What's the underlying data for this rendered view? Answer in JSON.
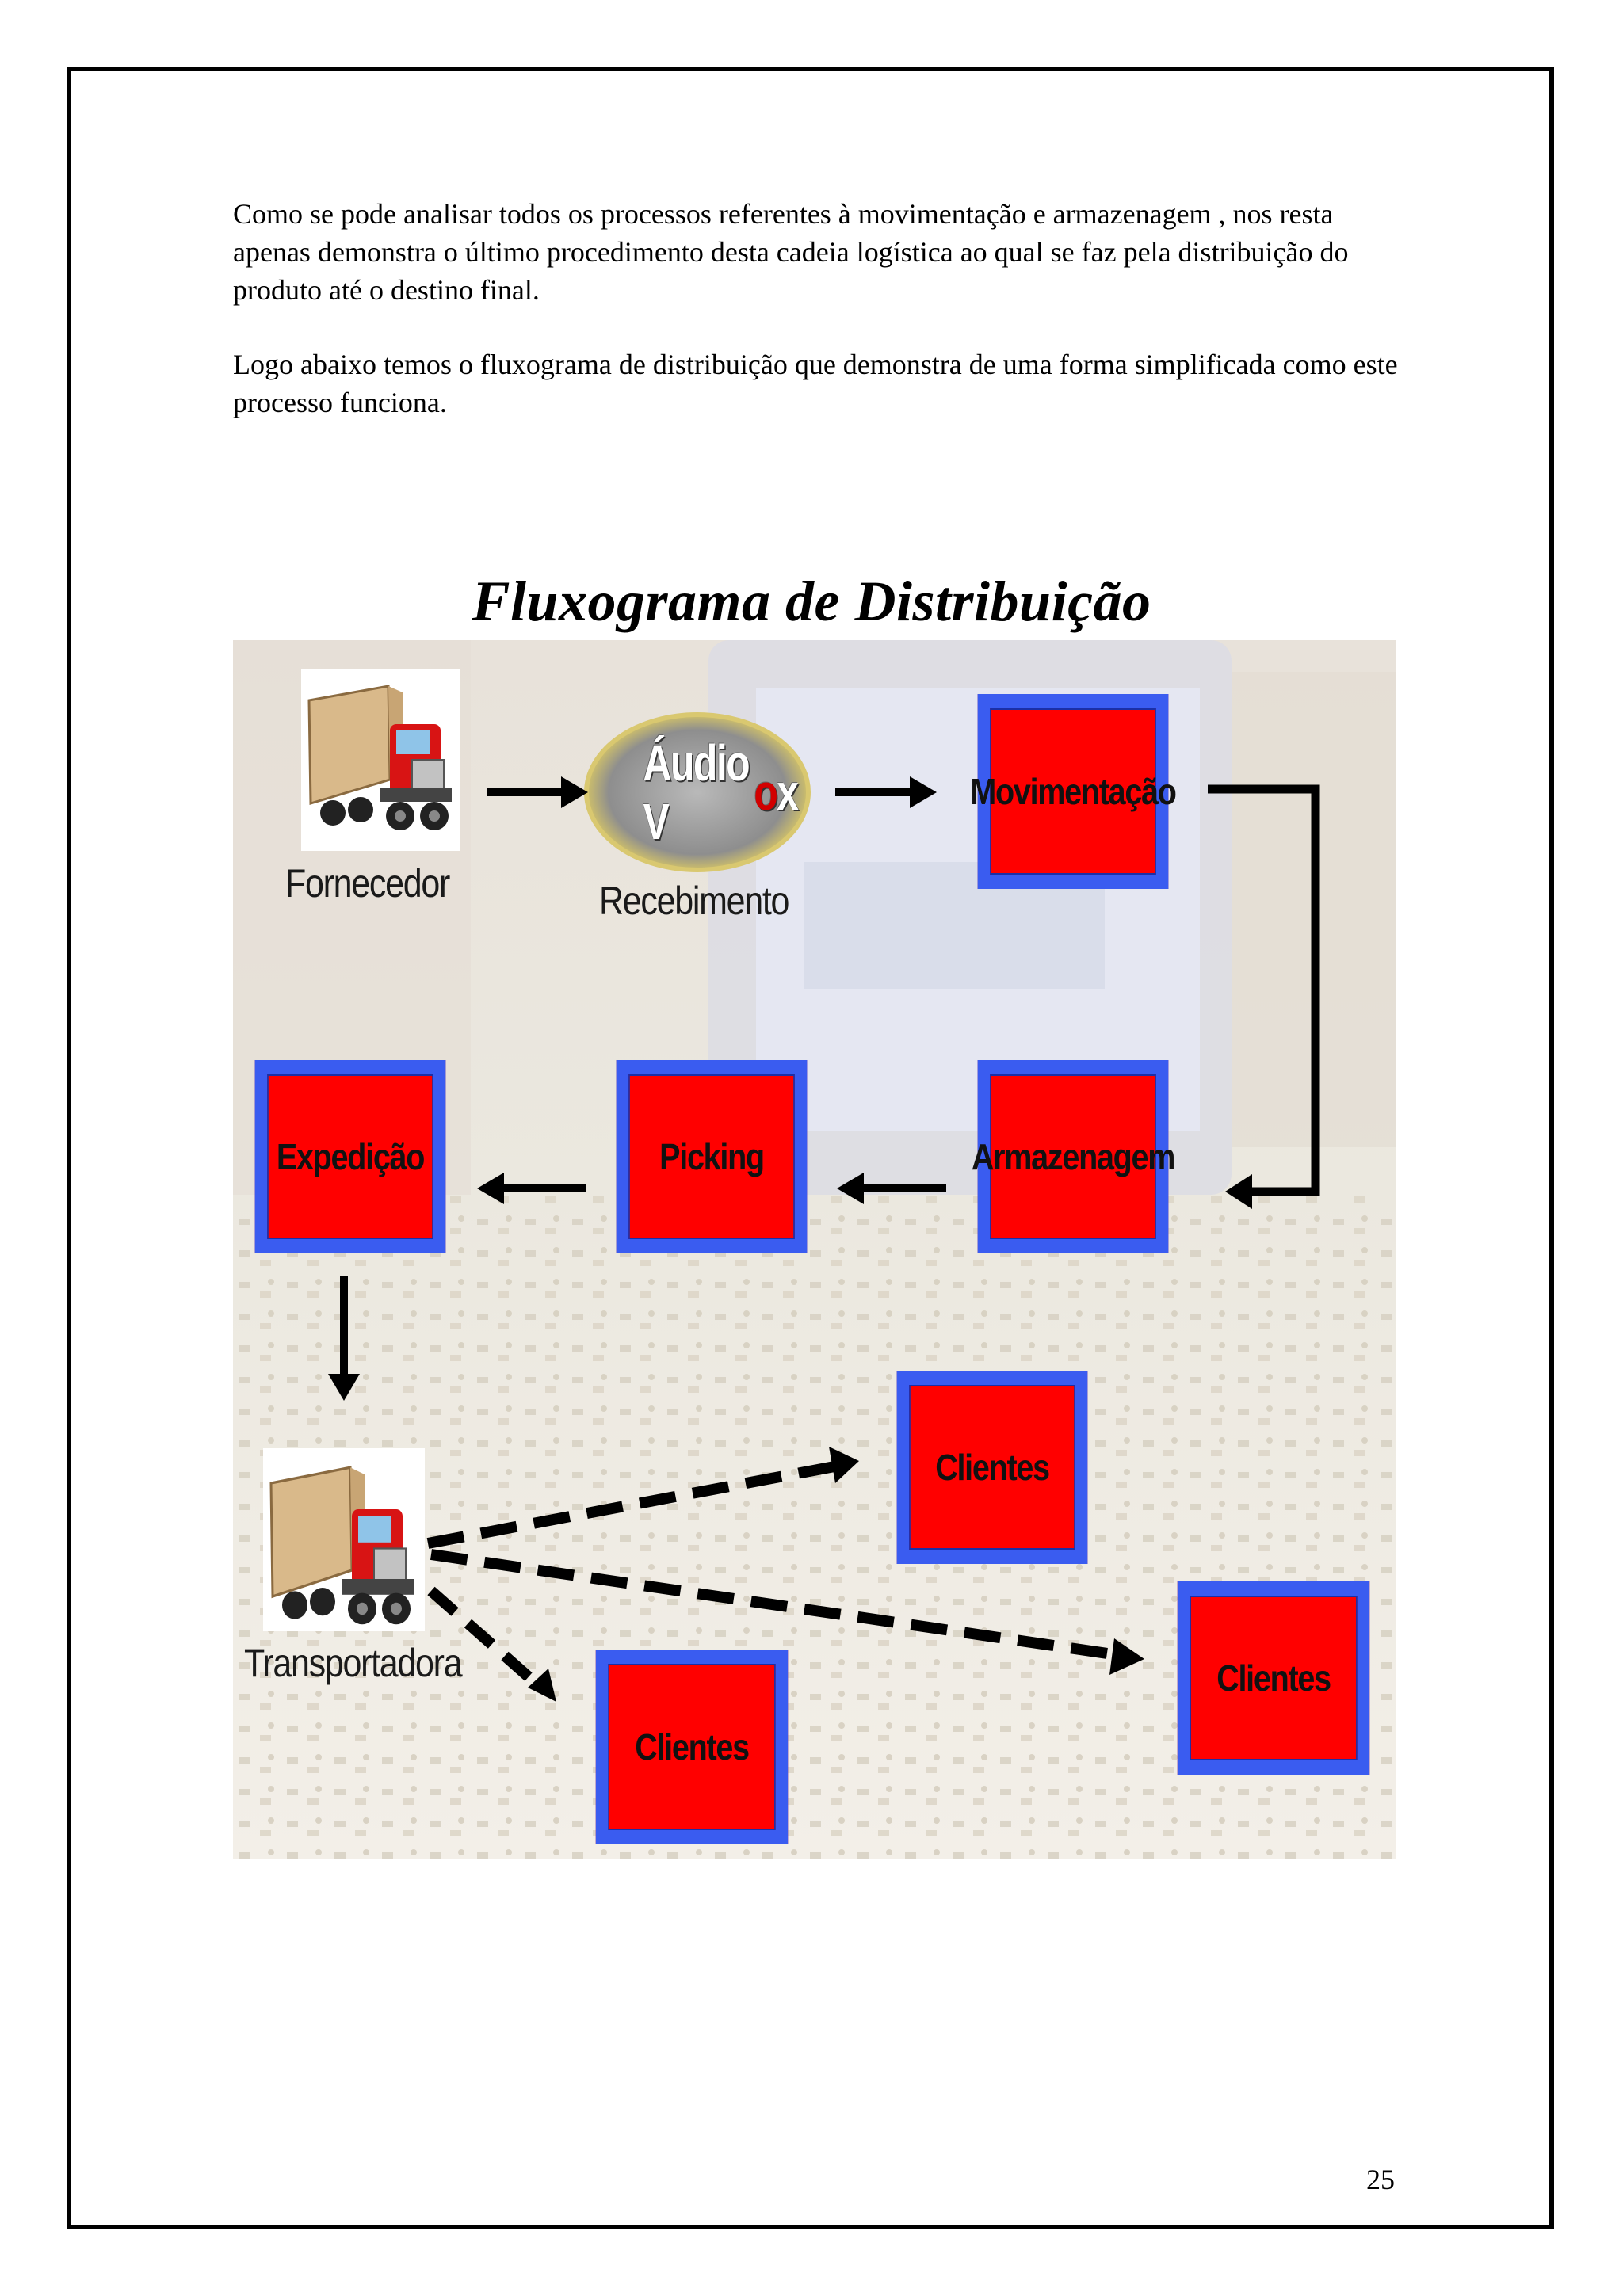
{
  "paragraphs": [
    "Como se pode analisar todos os processos referentes à movimentação e armazenagem , nos resta apenas demonstra o último procedimento desta cadeia logística ao qual se faz pela distribuição do produto até o destino final.",
    "Logo abaixo temos o fluxograma de distribuição que demonstra de uma forma simplificada como este processo funciona."
  ],
  "diagram": {
    "title": "Fluxograma de Distribuição",
    "logo": {
      "text_main": "Áudio V",
      "text_accent": "o",
      "text_end": "x"
    },
    "nodes": {
      "fornecedor": "Fornecedor",
      "recebimento": "Recebimento",
      "movimentacao": "Movimentação",
      "armazenagem": "Armazenagem",
      "picking": "Picking",
      "expedicao": "Expedição",
      "transportadora": "Transportadora",
      "clientes_1": "Clientes",
      "clientes_2": "Clientes",
      "clientes_3": "Clientes"
    },
    "icons": [
      "truck-icon",
      "truck-icon"
    ],
    "colors": {
      "box_fill": "#ff0000",
      "box_border": "#3a5cf0",
      "arrow": "#000000"
    }
  },
  "page_number": "25"
}
